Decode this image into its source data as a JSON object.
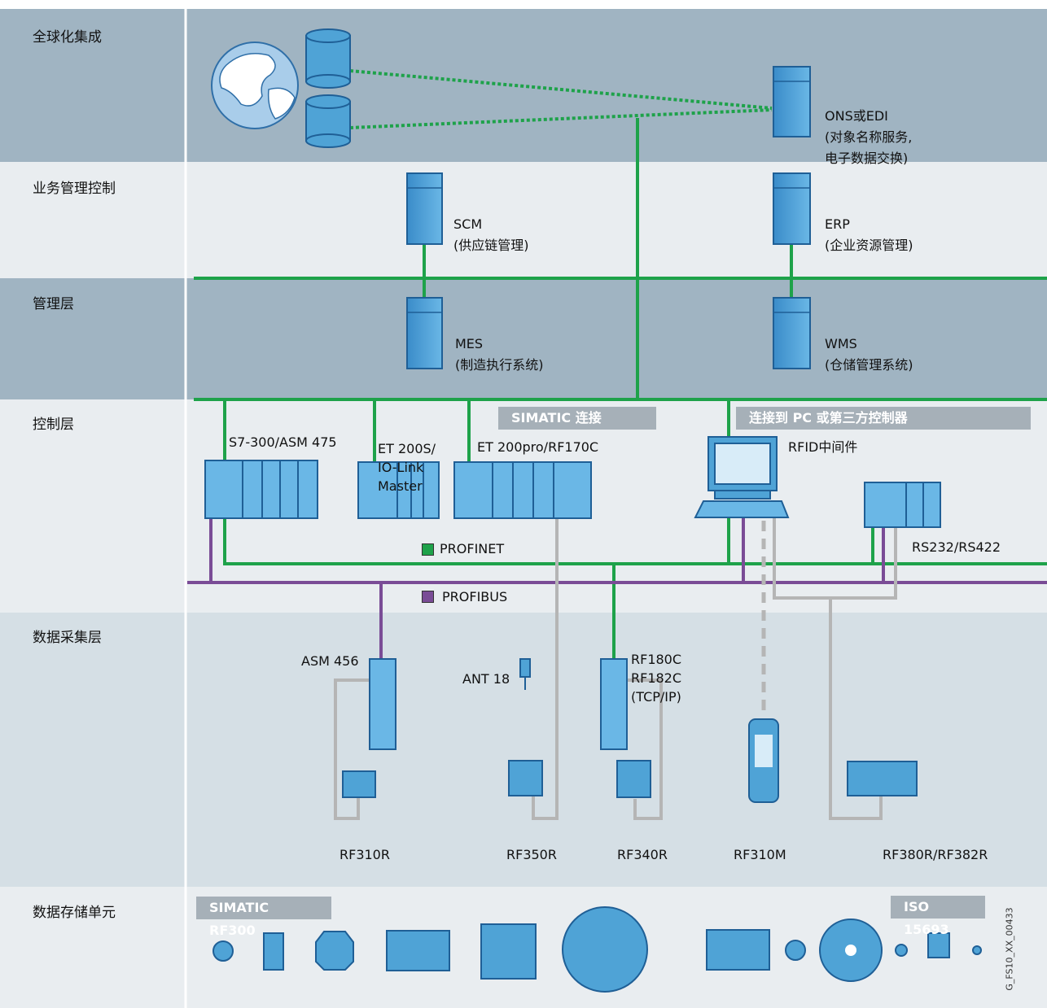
{
  "layers": [
    {
      "id": "global",
      "label": "全球化集成"
    },
    {
      "id": "business",
      "label": "业务管理控制"
    },
    {
      "id": "management",
      "label": "管理层"
    },
    {
      "id": "control",
      "label": "控制层"
    },
    {
      "id": "acquisition",
      "label": "数据采集层"
    },
    {
      "id": "storage",
      "label": "数据存储单元"
    }
  ],
  "servers": {
    "ons": {
      "line1": "ONS或EDI",
      "line2": "(对象名称服务,",
      "line3": "电子数据交换)"
    },
    "scm": {
      "line1": "SCM",
      "line2": "(供应链管理)"
    },
    "erp": {
      "line1": "ERP",
      "line2": "(企业资源管理)"
    },
    "mes": {
      "line1": "MES",
      "line2": "(制造执行系统)"
    },
    "wms": {
      "line1": "WMS",
      "line2": "(仓储管理系统)"
    }
  },
  "badges": {
    "simatic_connect": "SIMATIC 连接",
    "pc_connect": "连接到 PC 或第三方控制器",
    "simatic_rf300": "SIMATIC RF300",
    "iso": "ISO 15693"
  },
  "devices": {
    "s7": "S7-300/ASM 475",
    "et200s_1": "ET 200S/",
    "et200s_2": "IO-Link",
    "et200s_3": "Master",
    "et200pro": "ET 200pro/RF170C",
    "rfid_mw": "RFID中间件",
    "rs232": "RS232/RS422",
    "asm456": "ASM 456",
    "ant18": "ANT 18",
    "rf180c_1": "RF180C",
    "rf180c_2": "RF182C",
    "rf180c_3": "(TCP/IP)"
  },
  "readers": [
    "RF310R",
    "RF350R",
    "RF340R",
    "RF310M",
    "RF380R/RF382R"
  ],
  "legend": {
    "profinet": "PROFINET",
    "profibus": "PROFIBUS"
  },
  "figure_id": "G_FS10_XX_00433",
  "colors": {
    "dark_band": "#a0b4c2",
    "light_band": "#e6ebee",
    "mid_band": "#d5dfe5",
    "profinet": "#1ea24a",
    "profibus": "#7a4c96",
    "serial": "#b5b5b5",
    "device_blue": "#4fa3d6",
    "badge_gray": "#a6b0b8"
  }
}
